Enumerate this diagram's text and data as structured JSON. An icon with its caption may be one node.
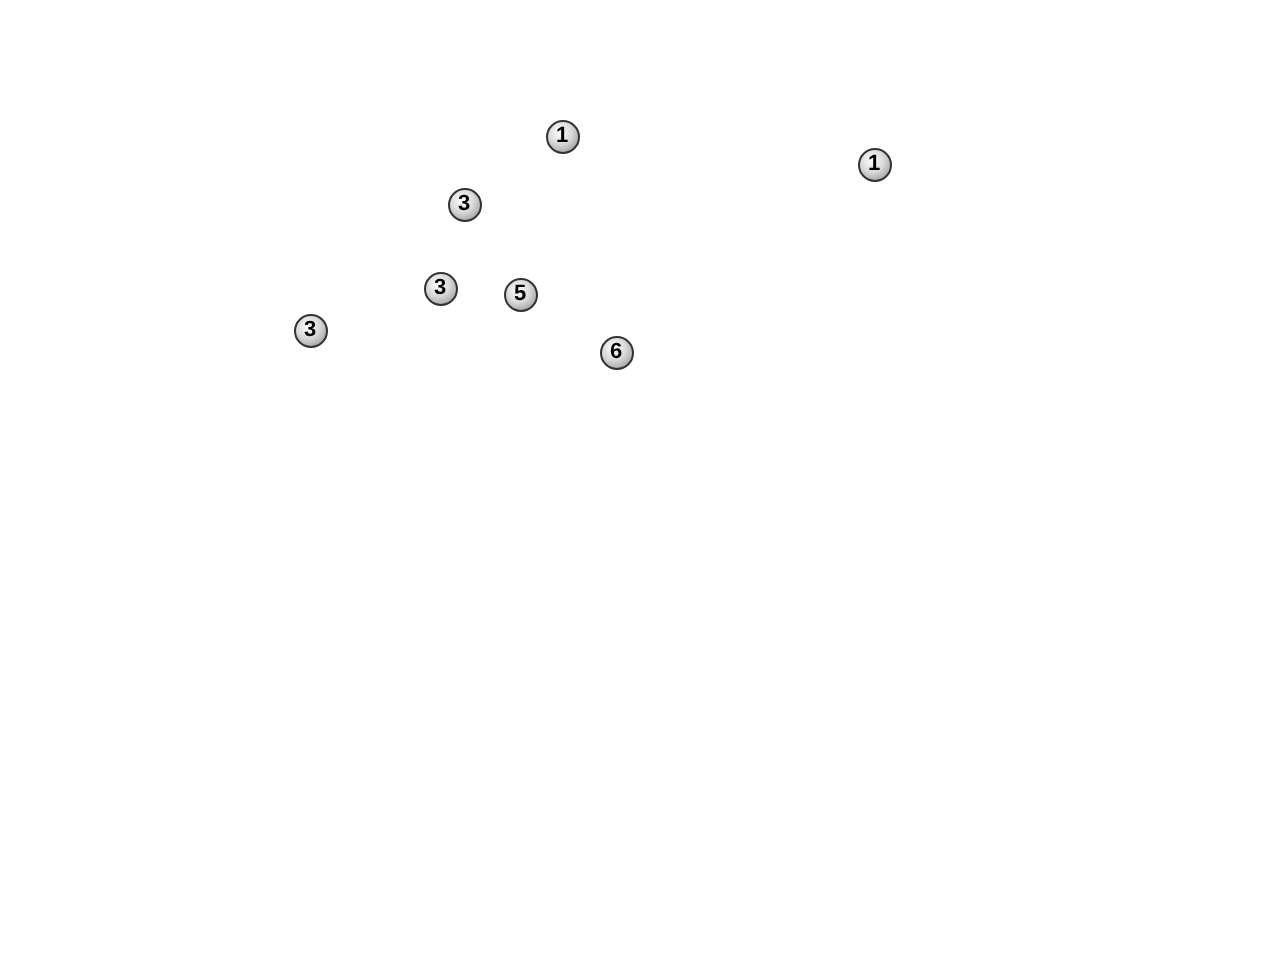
{
  "diagram": {
    "labels": [
      "1",
      "1",
      "3",
      "3",
      "5",
      "3",
      "6"
    ]
  }
}
